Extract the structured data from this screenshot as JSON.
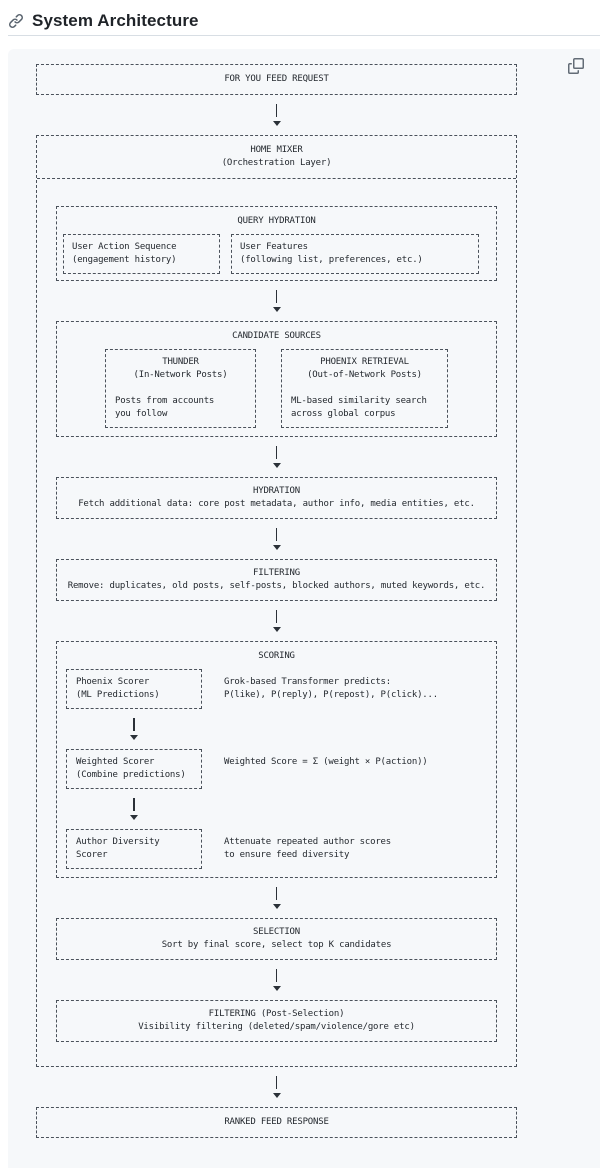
{
  "colors": {
    "code_bg": "#f6f8fa",
    "diagram_line": "#4b525b",
    "text": "#1f2328",
    "icon": "#636c76",
    "heading_divider": "#d8dee4"
  },
  "header": {
    "title": "System Architecture"
  },
  "diagram": {
    "request_label": "FOR YOU FEED REQUEST",
    "home_mixer": {
      "title": "HOME MIXER",
      "subtitle": "(Orchestration Layer)"
    },
    "query_hydration": {
      "title": "QUERY HYDRATION",
      "boxes": [
        {
          "line1": "User Action Sequence",
          "line2": "(engagement history)"
        },
        {
          "line1": "User Features",
          "line2": "(following list, preferences, etc.)"
        }
      ]
    },
    "candidate_sources": {
      "title": "CANDIDATE SOURCES",
      "boxes": [
        {
          "title": "THUNDER",
          "subtitle": "(In-Network Posts)",
          "desc1": "Posts from accounts",
          "desc2": "you follow"
        },
        {
          "title": "PHOENIX RETRIEVAL",
          "subtitle": "(Out-of-Network Posts)",
          "desc1": "ML-based similarity search",
          "desc2": "across global corpus"
        }
      ]
    },
    "hydration": {
      "title": "HYDRATION",
      "desc": "Fetch additional data: core post metadata, author info, media entities, etc."
    },
    "filtering": {
      "title": "FILTERING",
      "desc": "Remove: duplicates, old posts, self-posts, blocked authors, muted keywords, etc."
    },
    "scoring": {
      "title": "SCORING",
      "steps": [
        {
          "box_line1": "Phoenix Scorer",
          "box_line2": "(ML Predictions)",
          "note_line1": "Grok-based Transformer predicts:",
          "note_line2": "P(like), P(reply), P(repost), P(click)..."
        },
        {
          "box_line1": "Weighted Scorer",
          "box_line2": "(Combine predictions)",
          "note_line1": "Weighted Score = Σ (weight × P(action))",
          "note_line2": ""
        },
        {
          "box_line1": "Author Diversity",
          "box_line2": "Scorer",
          "note_line1": "Attenuate repeated author scores",
          "note_line2": "to ensure feed diversity"
        }
      ]
    },
    "selection": {
      "title": "SELECTION",
      "desc": "Sort by final score, select top K candidates"
    },
    "post_filtering": {
      "title": "FILTERING (Post-Selection)",
      "desc": "Visibility filtering (deleted/spam/violence/gore etc)"
    },
    "response_label": "RANKED FEED RESPONSE"
  }
}
